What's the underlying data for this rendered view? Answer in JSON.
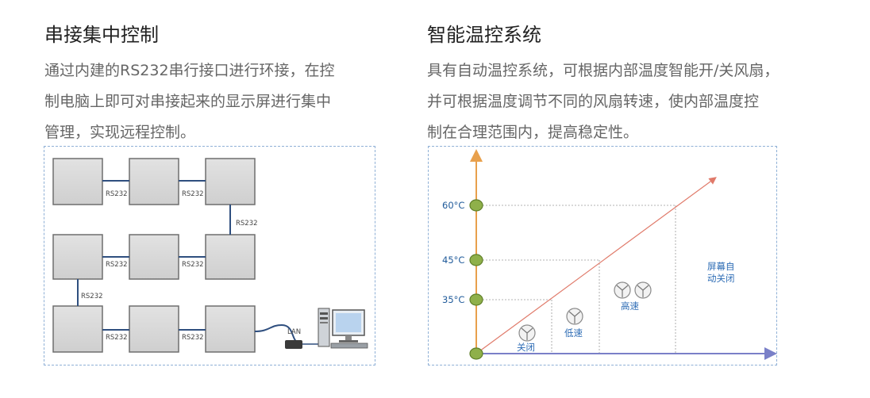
{
  "serial": {
    "title": "串接集中控制",
    "desc_lines": [
      "通过内建的RS232串行接口进行环接，在控",
      "制电脑上即可对串接起来的显示屏进行集中",
      "管理，实现远程控制。"
    ],
    "diagram": {
      "link_label": "RS232",
      "lan_label": "LAN"
    }
  },
  "thermal": {
    "title": "智能温控系统",
    "desc_lines": [
      "具有自动温控系统，可根据内部温度智能开/关风扇，",
      "并可根据温度调节不同的风扇转速，使内部温度控",
      "制在合理范围内，提高稳定性。"
    ],
    "chart": {
      "ticks": [
        "35°C",
        "45°C",
        "60°C"
      ],
      "zones": [
        "关闭",
        "低速",
        "高速"
      ],
      "screen_off_lines": [
        "屏幕自",
        "动关闭"
      ]
    }
  },
  "colors": {
    "title": "#222222",
    "desc": "#666666",
    "frame": "#8fb0d6",
    "axis_v": "#e8a04c",
    "axis_h": "#7a80c8",
    "node": "#7a9a3a",
    "label_blue": "#2d6cb5"
  }
}
